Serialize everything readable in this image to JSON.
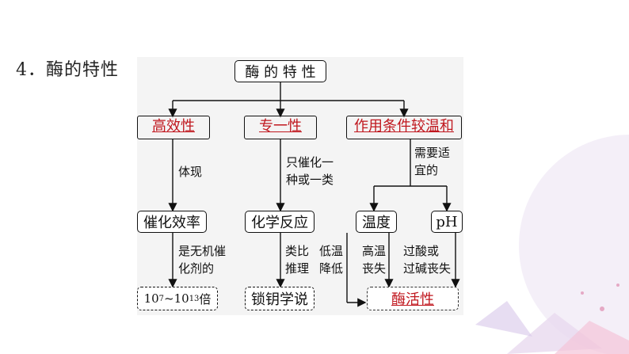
{
  "heading": "4．酶的特性",
  "diagram": {
    "root": "酶 的 特 性",
    "branches": [
      {
        "blank_answer": "高效性",
        "relation": "体现",
        "mechanism": "催化效率",
        "relation2": "是无机催\n化剂的",
        "result_base": "10",
        "result_exp1": "7",
        "result_mid": "~10",
        "result_exp2": "13",
        "result_tail": "倍"
      },
      {
        "blank_answer": "专一性",
        "relation": "只催化一\n种或一类",
        "mechanism": "化学反应",
        "relation2": "类比\n推理",
        "result": "锁钥学说"
      },
      {
        "blank_answer": "作用条件较温和",
        "relation": "需要适\n宜的",
        "factor1": "温度",
        "factor2": "pH",
        "factor1_notes_a": "低温\n降低",
        "factor1_notes_b": "高温\n丧失",
        "factor2_notes": "过酸或\n过碱丧失",
        "result_blank": "酶活性"
      }
    ]
  }
}
